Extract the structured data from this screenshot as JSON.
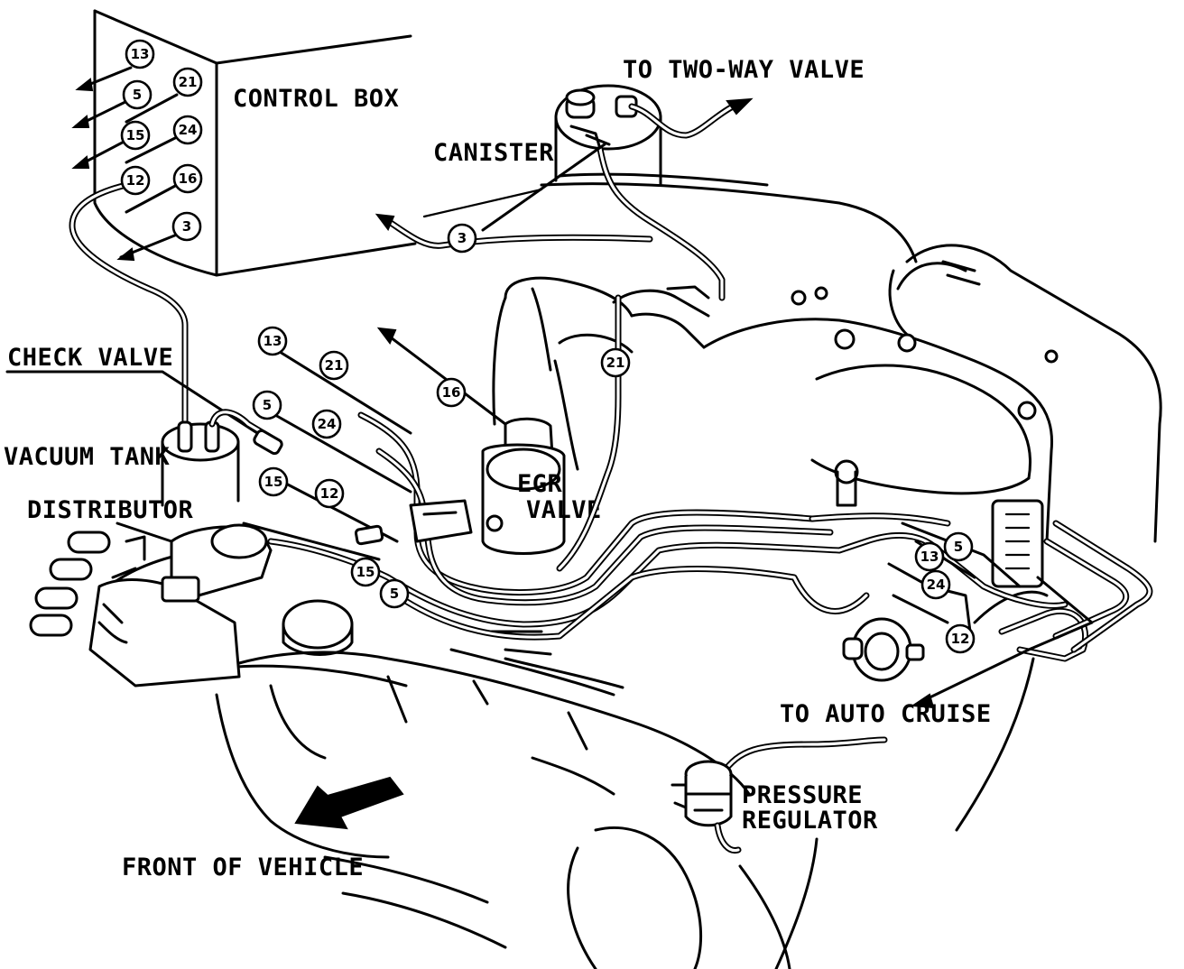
{
  "labels": {
    "control_box": "CONTROL BOX",
    "to_two_way_valve": "TO TWO-WAY VALVE",
    "canister": "CANISTER",
    "check_valve": "CHECK VALVE",
    "vacuum_tank": "VACUUM TANK",
    "distributor": "DISTRIBUTOR",
    "egr_valve_line1": "EGR",
    "egr_valve_line2": "VALVE",
    "to_auto_cruise": "TO AUTO CRUISE",
    "pressure_regulator_line1": "PRESSURE",
    "pressure_regulator_line2": "REGULATOR",
    "front_of_vehicle": "FRONT OF VEHICLE"
  },
  "hose_numbers": {
    "control_box": [
      "13",
      "5",
      "21",
      "15",
      "24",
      "12",
      "16",
      "3"
    ],
    "canister_line": "3",
    "intake": [
      "13",
      "21",
      "16",
      "5",
      "24",
      "15",
      "12",
      "21"
    ],
    "manifold_lower": [
      "15",
      "5"
    ],
    "right_group": [
      "5",
      "13",
      "24",
      "12"
    ]
  },
  "colors": {
    "ink": "#000000",
    "paper": "#ffffff"
  }
}
